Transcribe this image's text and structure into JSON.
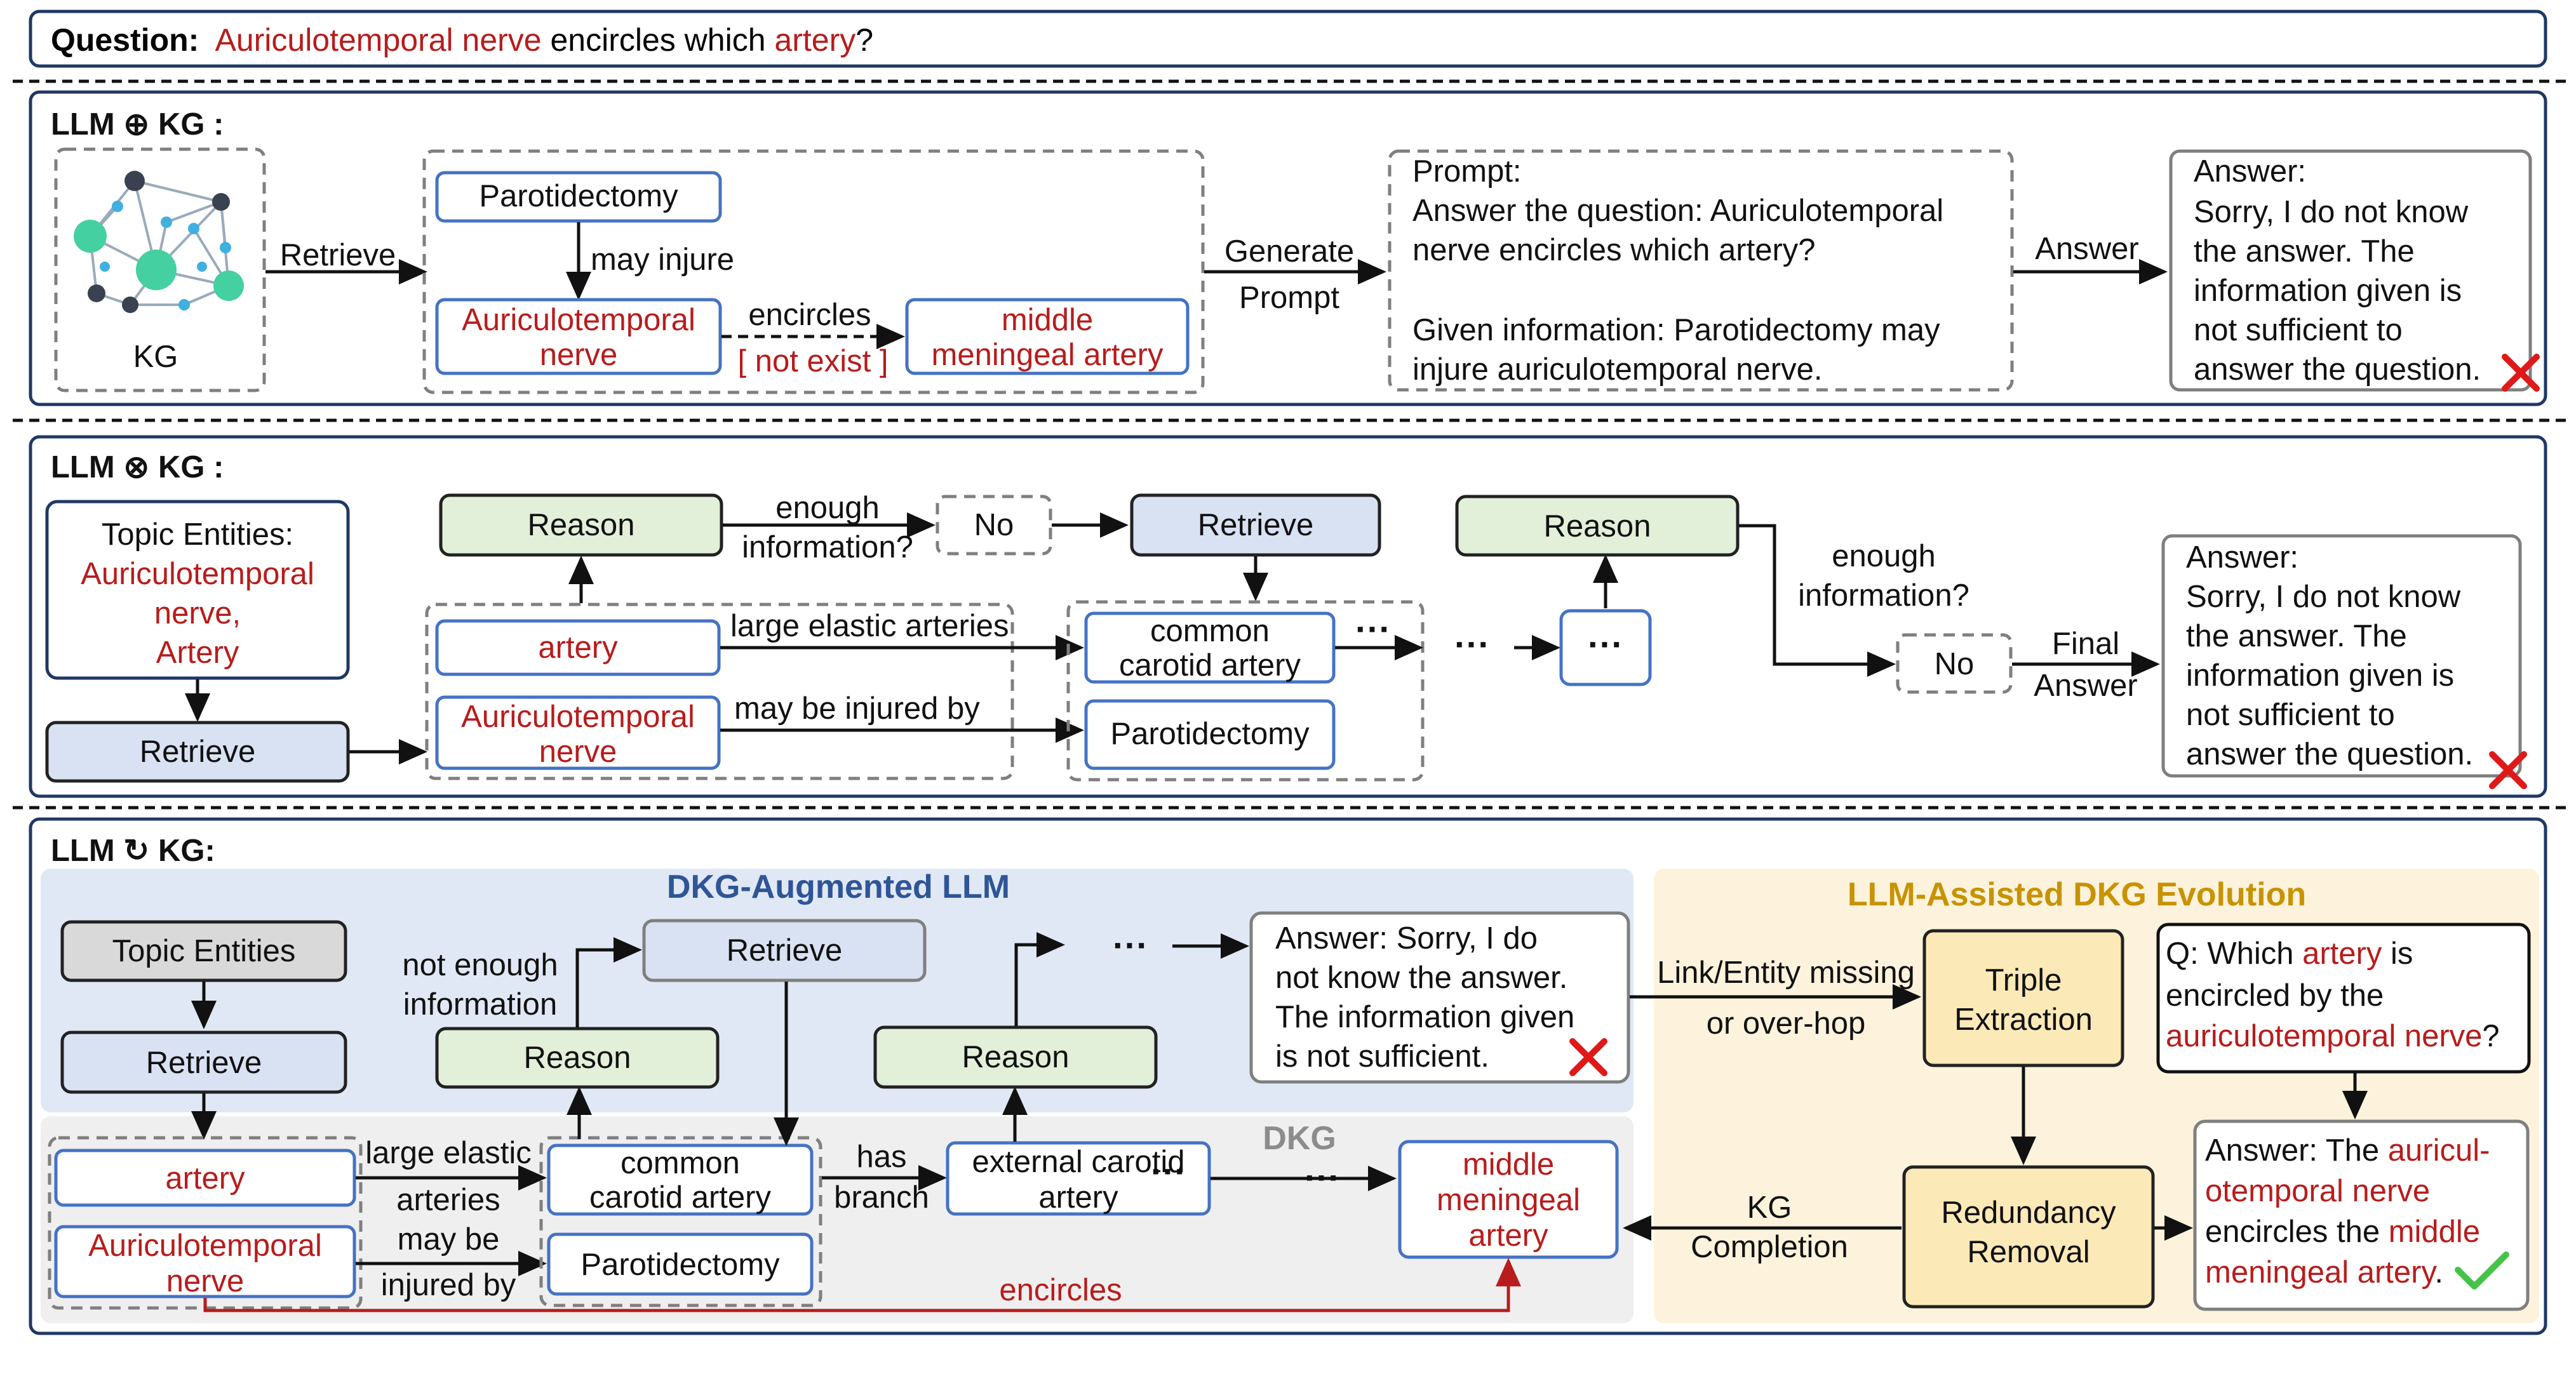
{
  "question": {
    "label": "Question:",
    "pre": "Auriculotemporal nerve",
    "mid": " encircles which ",
    "post": "artery",
    "end": "?"
  },
  "colors": {
    "red": "#b81c1c",
    "blue_title": "#2e5597",
    "gold_title": "#c89200",
    "panel_border": "#1f3864",
    "node_border": "#4472c4"
  },
  "p1": {
    "title": "LLM ⊕ KG :",
    "kg_label": "KG",
    "retrieve": "Retrieve",
    "node_a": "Parotidectomy",
    "edge_a": "may injure",
    "node_b1": "Auriculotemporal",
    "node_b2": "nerve",
    "edge_b": "encircles",
    "not_exist": "[ not exist ]",
    "node_c1": "middle",
    "node_c2": "meningeal artery",
    "generate1": "Generate",
    "generate2": "Prompt",
    "prompt": [
      "Prompt:",
      "Answer the question: Auriculotemporal",
      "nerve encircles which artery?",
      "",
      "Given information: Parotidectomy may",
      "injure auriculotemporal nerve."
    ],
    "answer_edge": "Answer",
    "answer": [
      "Answer:",
      "Sorry, I do not know",
      "the answer. The",
      "information given is",
      "not sufficient to",
      "answer the question."
    ]
  },
  "p2": {
    "title": "LLM ⊗ KG :",
    "topic": [
      "Topic Entities:",
      "Auriculotemporal",
      "nerve,",
      "Artery"
    ],
    "retrieve": "Retrieve",
    "reason1": "Reason",
    "enough1a": "enough",
    "enough1b": "information?",
    "no1": "No",
    "retrieve2": "Retrieve",
    "artery": "artery",
    "edge_large": "large elastic arteries",
    "auri1": "Auriculotemporal",
    "auri2": "nerve",
    "edge_injured": "may be injured by",
    "common1": "common",
    "common2": "carotid artery",
    "paro": "Parotidectomy",
    "dots": "···",
    "reason2": "Reason",
    "enough2a": "enough",
    "enough2b": "information?",
    "no2": "No",
    "final1": "Final",
    "final2": "Answer",
    "answer": [
      "Answer:",
      "Sorry, I do not know",
      "the answer. The",
      "information given is",
      "not sufficient to",
      "answer the question."
    ]
  },
  "p3": {
    "title": "LLM ↻ KG:",
    "dkg_llm_title": "DKG-Augmented LLM",
    "dkg_title": "DKG",
    "evo_title": "LLM-Assisted DKG Evolution",
    "topic": "Topic Entities",
    "retrieve1": "Retrieve",
    "not_enough1": "not enough",
    "not_enough2": "information",
    "retrieve2": "Retrieve",
    "reason1": "Reason",
    "reason2": "Reason",
    "dots": "···",
    "answer_box": [
      "Answer: Sorry, I do",
      "not know the answer.",
      "The information given",
      "is not sufficient."
    ],
    "artery": "artery",
    "auri1": "Auriculotemporal",
    "auri2": "nerve",
    "edge_large1": "large elastic",
    "edge_large2": "arteries",
    "edge_inj1": "may be",
    "edge_inj2": "injured by",
    "common1": "common",
    "common2": "carotid artery",
    "paro": "Parotidectomy",
    "has1": "has",
    "has2": "branch",
    "ext1": "external carotid",
    "ext2": "artery",
    "mid1": "middle",
    "mid2": "meningeal",
    "mid3": "artery",
    "encircles": "encircles",
    "link1": "Link/Entity missing",
    "link2": "or over-hop",
    "triple1": "Triple",
    "triple2": "Extraction",
    "q_pre": "Q: Which ",
    "q_artery": "artery",
    "q_is": " is",
    "q_line2": "encircled by the",
    "q_nerve": "auriculotemporal nerve",
    "q_end": "?",
    "redundancy1": "Redundancy",
    "redundancy2": "Removal",
    "kgc1": "KG",
    "kgc2": "Completion",
    "ans_pre": "Answer: The ",
    "ans_r1": "auricul-",
    "ans_r2": "otemporal nerve",
    "ans_mid": "encircles the ",
    "ans_r3": "middle",
    "ans_r4": "meningeal artery",
    "ans_end": "."
  }
}
